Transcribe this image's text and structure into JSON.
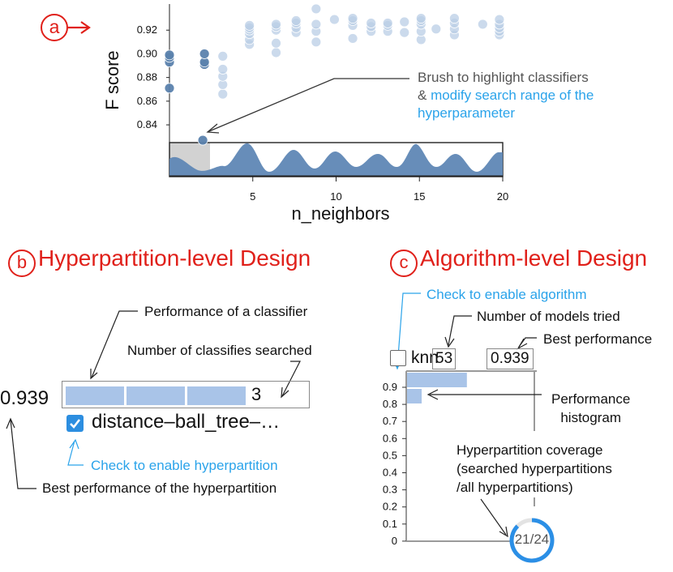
{
  "panel_a": {
    "marker": "a",
    "chart_data": {
      "type": "scatter",
      "xlabel": "n_neighbors",
      "ylabel": "F score",
      "x_ticks": [
        5,
        10,
        15,
        20
      ],
      "y_ticks": [
        "0.84",
        "0.86",
        "0.88",
        "0.90",
        "0.92"
      ],
      "xlim": [
        0,
        20
      ],
      "ylim": [
        0.825,
        0.94
      ],
      "brush_range": [
        0,
        2.4
      ],
      "points": [
        {
          "x": 0,
          "y": 0.871,
          "sel": true
        },
        {
          "x": 0,
          "y": 0.893,
          "sel": true
        },
        {
          "x": 0,
          "y": 0.897,
          "sel": true
        },
        {
          "x": 0,
          "y": 0.899,
          "sel": true
        },
        {
          "x": 2,
          "y": 0.827,
          "sel": true
        },
        {
          "x": 2.1,
          "y": 0.891,
          "sel": true
        },
        {
          "x": 2.1,
          "y": 0.893,
          "sel": true
        },
        {
          "x": 2.1,
          "y": 0.9,
          "sel": true
        },
        {
          "x": 3.2,
          "y": 0.866,
          "sel": false
        },
        {
          "x": 3.2,
          "y": 0.874,
          "sel": false
        },
        {
          "x": 3.2,
          "y": 0.881,
          "sel": false
        },
        {
          "x": 3.2,
          "y": 0.887,
          "sel": false
        },
        {
          "x": 3.2,
          "y": 0.898,
          "sel": false
        },
        {
          "x": 4.8,
          "y": 0.908,
          "sel": false
        },
        {
          "x": 4.8,
          "y": 0.912,
          "sel": false
        },
        {
          "x": 4.8,
          "y": 0.917,
          "sel": false
        },
        {
          "x": 4.8,
          "y": 0.92,
          "sel": false
        },
        {
          "x": 4.8,
          "y": 0.922,
          "sel": false
        },
        {
          "x": 4.8,
          "y": 0.924,
          "sel": false
        },
        {
          "x": 6.4,
          "y": 0.901,
          "sel": false
        },
        {
          "x": 6.4,
          "y": 0.909,
          "sel": false
        },
        {
          "x": 6.4,
          "y": 0.92,
          "sel": false
        },
        {
          "x": 6.4,
          "y": 0.923,
          "sel": false
        },
        {
          "x": 6.4,
          "y": 0.925,
          "sel": false
        },
        {
          "x": 7.6,
          "y": 0.918,
          "sel": false
        },
        {
          "x": 7.6,
          "y": 0.922,
          "sel": false
        },
        {
          "x": 7.6,
          "y": 0.926,
          "sel": false
        },
        {
          "x": 7.6,
          "y": 0.928,
          "sel": false
        },
        {
          "x": 8.8,
          "y": 0.91,
          "sel": false
        },
        {
          "x": 8.8,
          "y": 0.919,
          "sel": false
        },
        {
          "x": 8.8,
          "y": 0.925,
          "sel": false
        },
        {
          "x": 8.8,
          "y": 0.938,
          "sel": false
        },
        {
          "x": 9.9,
          "y": 0.929,
          "sel": false
        },
        {
          "x": 11,
          "y": 0.913,
          "sel": false
        },
        {
          "x": 11,
          "y": 0.924,
          "sel": false
        },
        {
          "x": 11,
          "y": 0.928,
          "sel": false
        },
        {
          "x": 11,
          "y": 0.93,
          "sel": false
        },
        {
          "x": 12.1,
          "y": 0.919,
          "sel": false
        },
        {
          "x": 12.1,
          "y": 0.923,
          "sel": false
        },
        {
          "x": 12.1,
          "y": 0.926,
          "sel": false
        },
        {
          "x": 13.1,
          "y": 0.919,
          "sel": false
        },
        {
          "x": 13.1,
          "y": 0.924,
          "sel": false
        },
        {
          "x": 13.1,
          "y": 0.926,
          "sel": false
        },
        {
          "x": 14.1,
          "y": 0.918,
          "sel": false
        },
        {
          "x": 14.1,
          "y": 0.927,
          "sel": false
        },
        {
          "x": 15.1,
          "y": 0.912,
          "sel": false
        },
        {
          "x": 15.1,
          "y": 0.919,
          "sel": false
        },
        {
          "x": 15.1,
          "y": 0.925,
          "sel": false
        },
        {
          "x": 15.1,
          "y": 0.928,
          "sel": false
        },
        {
          "x": 15.1,
          "y": 0.93,
          "sel": false
        },
        {
          "x": 16,
          "y": 0.921,
          "sel": false
        },
        {
          "x": 17.1,
          "y": 0.916,
          "sel": false
        },
        {
          "x": 17.1,
          "y": 0.921,
          "sel": false
        },
        {
          "x": 17.1,
          "y": 0.926,
          "sel": false
        },
        {
          "x": 17.1,
          "y": 0.93,
          "sel": false
        },
        {
          "x": 18.8,
          "y": 0.925,
          "sel": false
        },
        {
          "x": 19.8,
          "y": 0.916,
          "sel": false
        },
        {
          "x": 19.8,
          "y": 0.919,
          "sel": false
        },
        {
          "x": 19.8,
          "y": 0.922,
          "sel": false
        },
        {
          "x": 19.8,
          "y": 0.925,
          "sel": false
        },
        {
          "x": 19.8,
          "y": 0.929,
          "sel": false
        }
      ]
    },
    "annotation_line1": "Brush to highlight classifiers",
    "annotation_prefix": "& ",
    "annotation_blue1": "modify search range of the",
    "annotation_blue2": "hyperparameter"
  },
  "panel_b": {
    "marker": "b",
    "title": "Hyperpartition-level Design",
    "label_performance_classifier": "Performance of a classifier",
    "label_number_searched": "Number of classifies searched",
    "best_score": "0.939",
    "count": "3",
    "bar_count": 3,
    "checkbox_checked": true,
    "hyperpartition_name": "distance–ball_tree–…",
    "label_check_hyperpartition": "Check to enable hyperpartition",
    "label_best_hyperpartition": "Best performance of the hyperpartition"
  },
  "panel_c": {
    "marker": "c",
    "title": "Algorithm-level Design",
    "label_check_algorithm": "Check to enable algorithm",
    "label_number_models": "Number of models tried",
    "label_best_performance": "Best performance",
    "algorithm_name": "knn",
    "models_tried": "53",
    "best_score": "0.939",
    "histogram_ticks": [
      "0.9",
      "0.8",
      "0.7",
      "0.6",
      "0.5",
      "0.4",
      "0.3",
      "0.2",
      "0.1",
      "0"
    ],
    "histogram_bars": [
      {
        "bin": "0.9",
        "fraction": 0.9
      },
      {
        "bin": "0.8",
        "fraction": 0.22
      }
    ],
    "label_histogram_1": "Performance",
    "label_histogram_2": "histogram",
    "label_coverage_1": "Hyperpartition coverage",
    "label_coverage_2": "(searched hyperpartitions",
    "label_coverage_3": "/all hyperpartitions)",
    "coverage_text": "21/24",
    "coverage_searched": 21,
    "coverage_total": 24
  },
  "colors": {
    "accent_red": "#e0201a",
    "annotation_blue": "#2aa3ea",
    "selected_point": "#5b82ad",
    "unselected_point": "#b9cde6",
    "histogram_bar": "#a9c4e8",
    "density_fill": "#5f87b5"
  }
}
